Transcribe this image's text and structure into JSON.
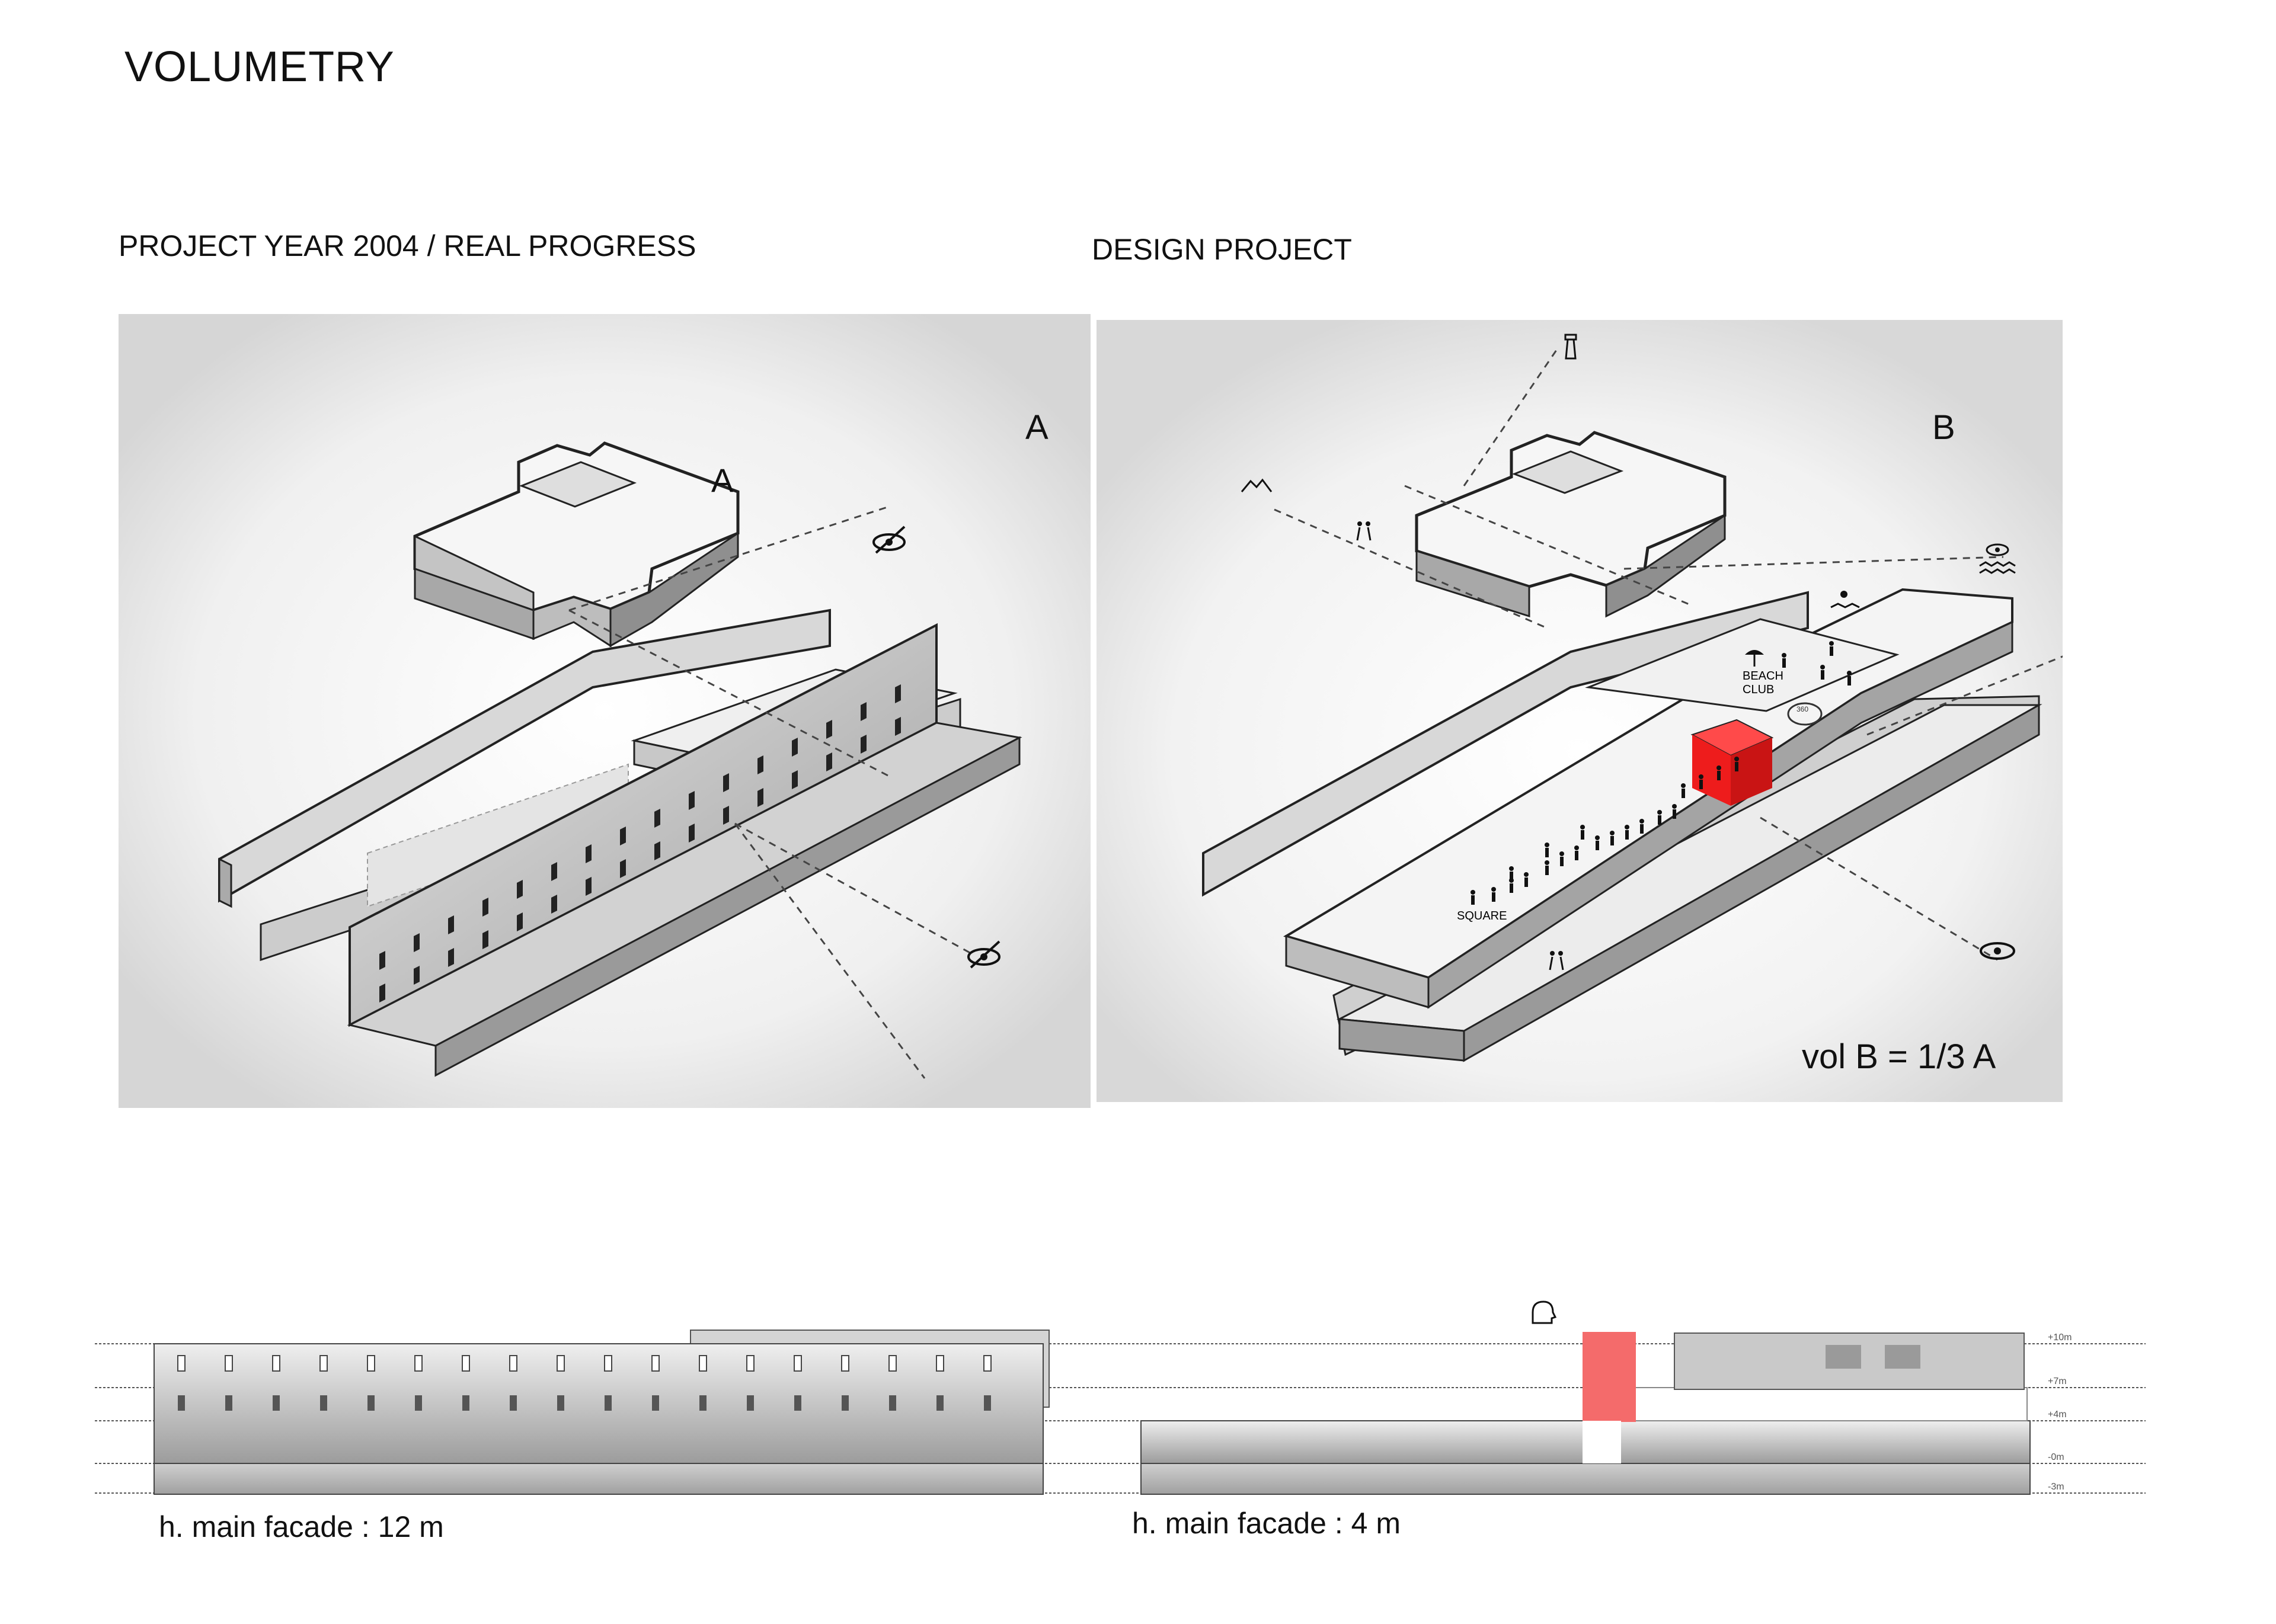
{
  "page": {
    "title": "VOLUMETRY",
    "subtitle_a": "PROJECT YEAR 2004 / REAL PROGRESS",
    "subtitle_b": "DESIGN PROJECT"
  },
  "panel_a": {
    "label": "A"
  },
  "panel_b": {
    "label": "B",
    "volume_note": "vol B = 1/3 A",
    "beach_club": [
      "BEACH",
      "CLUB"
    ],
    "square_label": "SQUARE",
    "kiosk_label": "360"
  },
  "section": {
    "caption_a": "h. main facade : 12 m",
    "caption_b": "h. main facade : 4 m",
    "levels": [
      "+10m",
      "+7m",
      "+4m",
      "-0m",
      "-3m"
    ]
  },
  "colors": {
    "accent": "#ee1c1c",
    "accent_light": "#f46b6b",
    "ink": "#111111",
    "shade": "#9a9a9a"
  },
  "icons": [
    "lighthouse-icon",
    "mountain-icon",
    "walkers-icon",
    "eye-icon",
    "eye-crossed-icon",
    "waves-icon",
    "umbrella-icon",
    "swimmer-icon",
    "head-icon"
  ]
}
